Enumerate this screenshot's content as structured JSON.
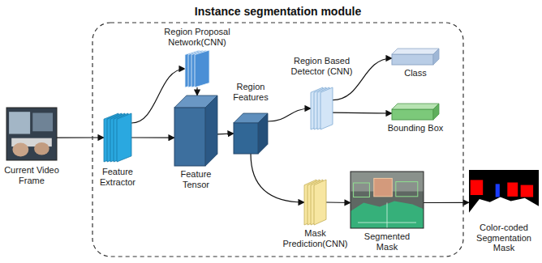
{
  "diagram": {
    "nodes": [
      {
        "text": [
          "Instance segmentation module"
        ]
      },
      {
        "text": [
          "Current Video Frame"
        ]
      },
      {
        "text": [
          "Feature Extractor"
        ],
        "in": 0
      },
      {
        "text": [
          "Region Proposal Network(CNN)"
        ],
        "in": 0
      },
      {
        "text": [
          "Feature Tensor"
        ],
        "in": 0
      },
      {
        "text": [
          "Region Features"
        ],
        "in": 0
      },
      {
        "text": [
          "Region Based Detector (CNN)"
        ],
        "in": 0
      },
      {
        "text": [
          "Class"
        ],
        "in": 0
      },
      {
        "text": [
          "Bounding Box"
        ],
        "in": 0
      },
      {
        "text": [
          "Mask Prediction(CNN)"
        ],
        "in": 0
      },
      {
        "text": [
          "Segmented Mask"
        ],
        "in": 0
      },
      {
        "text": [
          "Color-coded Segmentation Mask"
        ]
      }
    ],
    "edges": [
      {
        "from": 1,
        "to": 2,
        "arrow": "to"
      },
      {
        "from": 2,
        "to": 3,
        "arrow": "to"
      },
      {
        "from": 2,
        "to": 4,
        "arrow": "to"
      },
      {
        "from": 3,
        "to": 4,
        "arrow": "to"
      },
      {
        "from": 4,
        "to": 5,
        "arrow": "to"
      },
      {
        "from": 5,
        "to": 6,
        "arrow": "to"
      },
      {
        "from": 6,
        "to": 7,
        "arrow": "to"
      },
      {
        "from": 6,
        "to": 8,
        "arrow": "to"
      },
      {
        "from": 5,
        "to": 9,
        "arrow": "to"
      },
      {
        "from": 9,
        "to": 10,
        "arrow": "to"
      },
      {
        "from": 10,
        "to": 11,
        "arrow": "to"
      }
    ]
  }
}
